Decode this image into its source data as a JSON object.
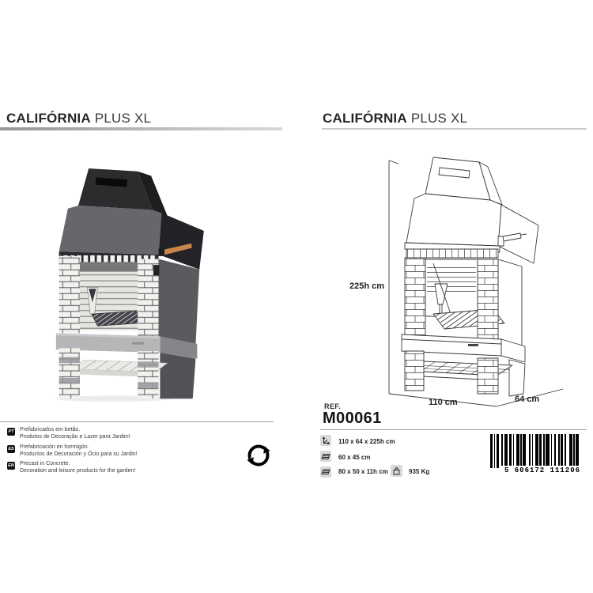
{
  "left_panel": {
    "title_main": "CALIFÓRNIA",
    "title_suffix": "PLUS XL",
    "descriptions": [
      {
        "lang_badge": "PT",
        "line1": "Prefabricados em betão.",
        "line2": "Produtos de Decoração e Lazer para Jardim!"
      },
      {
        "lang_badge": "ES",
        "line1": "Prefabricación en hormigón.",
        "line2": "Productos de Decoración y Ócio para su Jardin!"
      },
      {
        "lang_badge": "EN",
        "line1": "Precast in Concrete.",
        "line2": "Decoration and leisure products for the garden!"
      }
    ],
    "green_dot_icon": "green-dot-recycling"
  },
  "right_panel": {
    "title_main": "CALIFÓRNIA",
    "title_suffix": "PLUS XL",
    "dimensions": {
      "height": "225h cm",
      "width": "110 cm",
      "depth": "64 cm"
    },
    "ref_label": "REF.",
    "ref_value": "M00061",
    "specs": [
      {
        "icon": "overall-size-icon",
        "value": "110 x 64 x 225h cm"
      },
      {
        "icon": "grill-grate-icon",
        "value": "60 x 45 cm"
      },
      {
        "icon": "base-tray-icon",
        "value": "80 x 50 x 11h cm"
      }
    ],
    "weight_value": "935 Kg",
    "barcode": {
      "digits": "5 606172 111206",
      "pattern": [
        2,
        1,
        1,
        1,
        2,
        2,
        1,
        1,
        3,
        1,
        2,
        1,
        1,
        2,
        2,
        1,
        1,
        1,
        2,
        3,
        1,
        1,
        1,
        2,
        2,
        1,
        2,
        1,
        1,
        1,
        3,
        1,
        1,
        2,
        1,
        2,
        1,
        1,
        2,
        1,
        1,
        3,
        2,
        1,
        1,
        1,
        2,
        1
      ]
    }
  },
  "colors": {
    "title": "#26262b",
    "accent_bar": "#95959a",
    "divider": "#9a9a9e",
    "hood_dark": "#232327",
    "hood_gray": "#66666b",
    "concrete_side": "#5a5a5f",
    "brick_white": "#f2f1ee",
    "handle_wood": "#c8854d"
  }
}
